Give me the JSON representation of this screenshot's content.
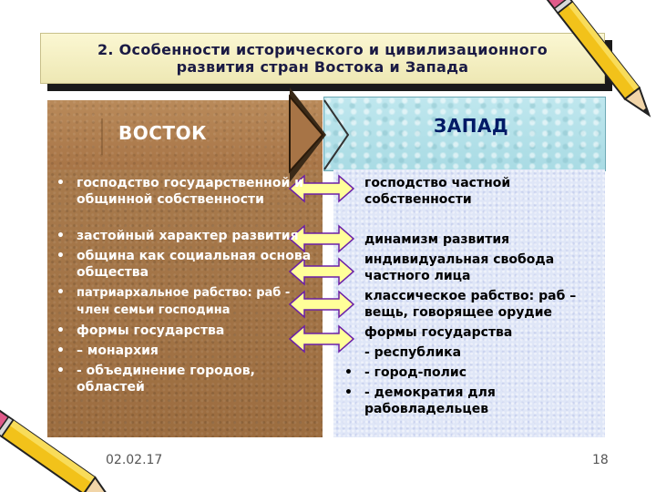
{
  "title": {
    "line1": "2. Особенности исторического и цивилизационного",
    "line2": "развития стран Востока и Запада"
  },
  "east": {
    "heading": "ВОСТОК",
    "items": [
      "господство государственной и общинной собственности",
      "застойный характер развития",
      "община как социальная основа общества",
      "патриархальное рабство: раб - член семьи господина",
      "формы государства",
      " – монархия",
      "- объединение городов, областей"
    ]
  },
  "west": {
    "heading": "ЗАПАД",
    "items": [
      "господство частной собственности",
      "динамизм развития",
      "индивидуальная свобода частного лица",
      "классическое рабство: раб – вещь, говорящее орудие",
      "формы государства",
      "- республика",
      "- город-полис",
      "- демократия для рабовладельцев"
    ]
  },
  "footer": {
    "date": "02.02.17",
    "page": "18"
  },
  "colors": {
    "east_fill": "#a87a4c",
    "west_fill": "#dfe6f7",
    "arrow_fill": "#ffff99",
    "arrow_stroke": "#6b1fa8",
    "title_text": "#1a1a44"
  },
  "icons": [
    "pencil-icon",
    "pencil-icon"
  ]
}
